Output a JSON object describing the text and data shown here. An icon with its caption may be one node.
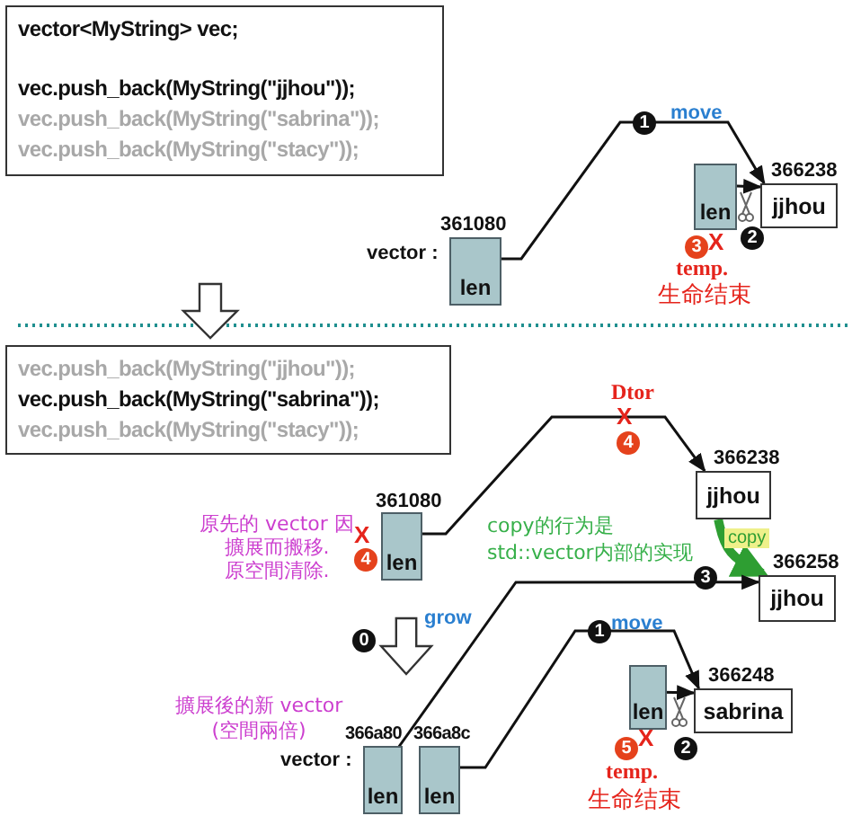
{
  "diagram": {
    "nodes": [
      {
        "text": [
          "**vector<MyString> vec;**",
          "**vec.push_back(MyString(\"jjhou\"));**",
          "vec.push_back(MyString(\"sabrina\"));",
          "vec.push_back(MyString(\"stacy\"));"
        ]
      },
      {
        "text": [
          "len"
        ],
        "beside": [
          "361080",
          "vector :"
        ]
      },
      {
        "text": [
          "len"
        ]
      },
      {
        "text": [
          "jjhou"
        ],
        "beside": [
          "366238"
        ]
      },
      {
        "text": [
          "vec.push_back(MyString(\"jjhou\"));",
          "**vec.push_back(MyString(\"sabrina\"));**",
          "vec.push_back(MyString(\"stacy\"));"
        ]
      },
      {
        "text": [
          "len"
        ],
        "beside": [
          "361080",
          "X",
          "4"
        ]
      },
      {
        "text": [
          "jjhou"
        ],
        "beside": [
          "366238"
        ]
      },
      {
        "text": [
          "jjhou"
        ],
        "beside": [
          "366258"
        ]
      },
      {
        "text": [
          "len"
        ],
        "beside": [
          "366a80",
          "vector :"
        ]
      },
      {
        "text": [
          "len"
        ],
        "beside": [
          "366a8c"
        ]
      },
      {
        "text": [
          "len"
        ]
      },
      {
        "text": [
          "sabrina"
        ],
        "beside": [
          "366248"
        ]
      }
    ],
    "edges": [
      {
        "from": 1,
        "to": 3,
        "arrow": "to",
        "label": "move"
      },
      {
        "from": 2,
        "to": 3,
        "arrow": "to"
      },
      {
        "from": 5,
        "to": 6,
        "arrow": "to",
        "label": "Dtor"
      },
      {
        "from": 6,
        "to": 7,
        "arrow": "to",
        "label": "copy",
        "style": "thick",
        "color": "#2e9e32"
      },
      {
        "from": 8,
        "to": 7,
        "arrow": "to"
      },
      {
        "from": 9,
        "to": 11,
        "arrow": "to",
        "label": "move"
      },
      {
        "from": 10,
        "to": 11,
        "arrow": "to"
      }
    ],
    "labels": [
      "1",
      "2",
      "3",
      "X",
      "temp.",
      "生命结束",
      "X",
      "4",
      "原先的 vector 因",
      "擴展而搬移.",
      "原空間清除.",
      "copy的行为是",
      "std::vector内部的实现",
      "3",
      "0",
      "grow",
      "1",
      "擴展後的新 vector",
      "(空間兩倍)",
      "2",
      "5",
      "X",
      "temp.",
      "生命结束"
    ]
  }
}
